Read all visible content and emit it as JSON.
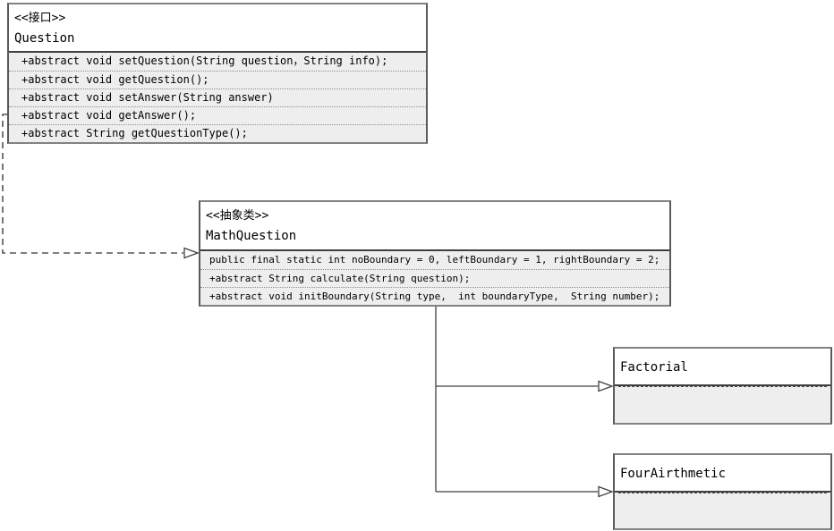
{
  "diagram": {
    "classes": [
      {
        "id": "question",
        "stereotype": "<<接口>>",
        "name": "Question",
        "members": [
          "+abstract void setQuestion(String question，String info);",
          "+abstract void getQuestion();",
          "+abstract void setAnswer(String answer)",
          "+abstract void getAnswer();",
          "+abstract String getQuestionType();"
        ]
      },
      {
        "id": "mathquestion",
        "stereotype": "<<抽象类>>",
        "name": "MathQuestion",
        "members": [
          "public final static int noBoundary = 0, leftBoundary = 1, rightBoundary = 2;",
          "+abstract String calculate(String question);",
          "+abstract void initBoundary(String type,  int boundaryType,  String number);"
        ]
      },
      {
        "id": "factorial",
        "stereotype": "",
        "name": "Factorial",
        "members": []
      },
      {
        "id": "fourairthmetic",
        "stereotype": "",
        "name": "FourAirthmetic",
        "members": []
      }
    ],
    "relationships": [
      {
        "type": "dashed-realization",
        "from": "Question",
        "to": "MathQuestion",
        "arrowhead": "open-triangle"
      },
      {
        "type": "generalization",
        "from": "MathQuestion",
        "to": "Factorial",
        "arrowhead": "open-triangle"
      },
      {
        "type": "generalization",
        "from": "MathQuestion",
        "to": "FourAirthmetic",
        "arrowhead": "open-triangle"
      }
    ],
    "colors": {
      "box_fill": "#eeeeee",
      "header_fill": "#ffffff",
      "box_border": "#828282",
      "divider": "#3f3f3f",
      "connector": "#4a4a4a",
      "background": "#ffffff"
    }
  }
}
